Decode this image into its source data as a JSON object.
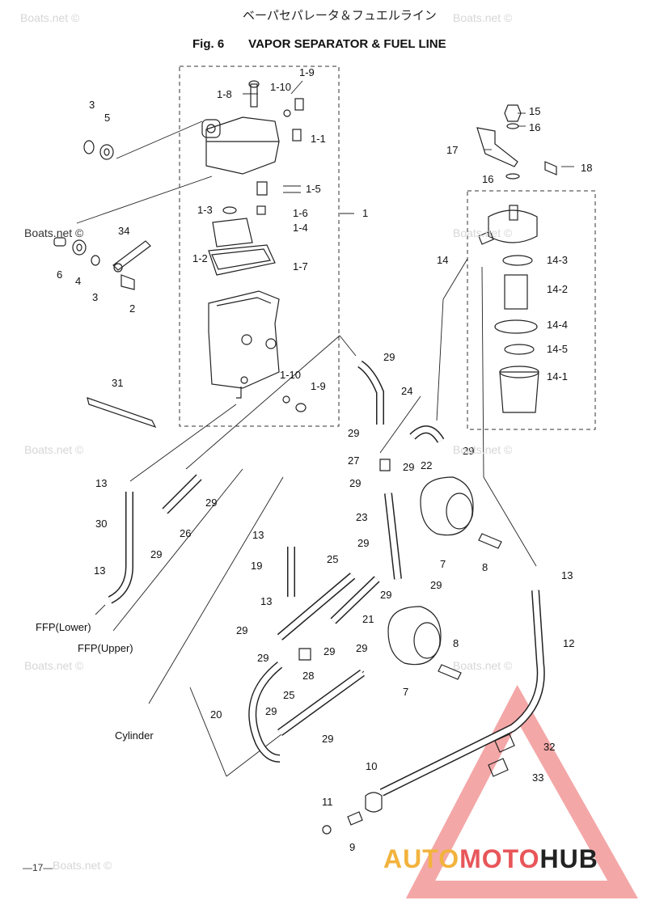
{
  "header": {
    "title_jp": "ベーパセパレータ＆フュエルライン",
    "fig_label": "Fig. 6",
    "title_en": "VAPOR SEPARATOR & FUEL LINE"
  },
  "watermarks": [
    "Boats.net ©",
    "Boats.net ©",
    "Boats.net ©",
    "Boats.net ©",
    "Boats.net ©",
    "Boats.net ©",
    "Boats.net ©",
    "Boats.net ©",
    "Boats.net ©"
  ],
  "page_number": "—17—",
  "brand": {
    "part1": "AUTO",
    "part2": "MOTO",
    "part3": "HUB"
  },
  "callouts": {
    "c1": "1",
    "c1_1": "1-1",
    "c1_2": "1-2",
    "c1_3": "1-3",
    "c1_4": "1-4",
    "c1_5": "1-5",
    "c1_6": "1-6",
    "c1_7": "1-7",
    "c1_8": "1-8",
    "c1_9a": "1-9",
    "c1_10a": "1-10",
    "c1_9b": "1-9",
    "c1_10b": "1-10",
    "c2": "2",
    "c3a": "3",
    "c3b": "3",
    "c4": "4",
    "c5": "5",
    "c6": "6",
    "c7a": "7",
    "c7b": "7",
    "c8a": "8",
    "c8b": "8",
    "c9": "9",
    "c10": "10",
    "c11": "11",
    "c12": "12",
    "c13a": "13",
    "c13b": "13",
    "c13c": "13",
    "c13d": "13",
    "c13e": "13",
    "c14": "14",
    "c14_1": "14-1",
    "c14_2": "14-2",
    "c14_3": "14-3",
    "c14_4": "14-4",
    "c14_5": "14-5",
    "c15": "15",
    "c16a": "16",
    "c16b": "16",
    "c17": "17",
    "c18": "18",
    "c19": "19",
    "c20": "20",
    "c21": "21",
    "c22": "22",
    "c23": "23",
    "c24": "24",
    "c25a": "25",
    "c25b": "25",
    "c26": "26",
    "c27": "27",
    "c28": "28",
    "c29a": "29",
    "c29b": "29",
    "c29c": "29",
    "c29d": "29",
    "c29e": "29",
    "c29f": "29",
    "c29g": "29",
    "c29h": "29",
    "c29i": "29",
    "c29j": "29",
    "c29k": "29",
    "c29l": "29",
    "c29m": "29",
    "c29n": "29",
    "c29o": "29",
    "c29p": "29",
    "c30": "30",
    "c31": "31",
    "c32": "32",
    "c33": "33",
    "c34": "34",
    "ffp_lower": "FFP(Lower)",
    "ffp_upper": "FFP(Upper)",
    "cylinder": "Cylinder"
  },
  "colors": {
    "line": "#222222",
    "dash": "#333333",
    "accent_red": "#e8565a",
    "accent_yellow": "#f2b33d",
    "triangle": "#f08a8a"
  }
}
